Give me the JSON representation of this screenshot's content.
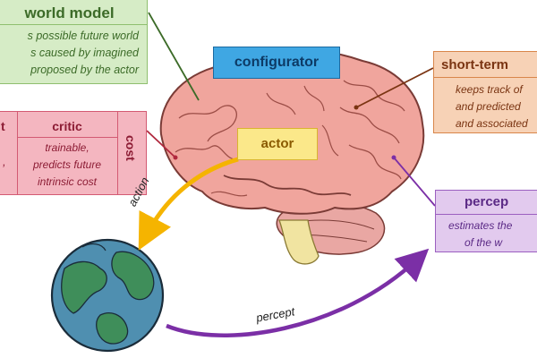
{
  "world_model": {
    "title": "world model",
    "lines": [
      "s possible future world",
      "s caused by imagined",
      "proposed by the actor"
    ]
  },
  "configurator": {
    "title": "configurator"
  },
  "short_term_memory": {
    "title": "short-term",
    "lines": [
      "keeps track of",
      "and predicted",
      "and associated"
    ]
  },
  "critic": {
    "left_fragment": "t",
    "left_fragment_2": ",",
    "title": "critic",
    "lines": [
      "trainable,",
      "predicts future",
      "intrinsic cost"
    ],
    "side_label": "cost"
  },
  "actor": {
    "title": "actor"
  },
  "perception": {
    "title": "percep",
    "lines": [
      "estimates the",
      "of the w"
    ]
  },
  "arrows": {
    "action": "action",
    "percept": "percept"
  },
  "colors": {
    "world_model": "#d6ecc6",
    "configurator": "#3fa7e3",
    "short_term_memory": "#f7d2b6",
    "critic": "#f4b6c0",
    "actor": "#fbe88a",
    "perception": "#e2caee",
    "action_arrow": "#f5b400",
    "percept_arrow": "#7b2fa6"
  }
}
